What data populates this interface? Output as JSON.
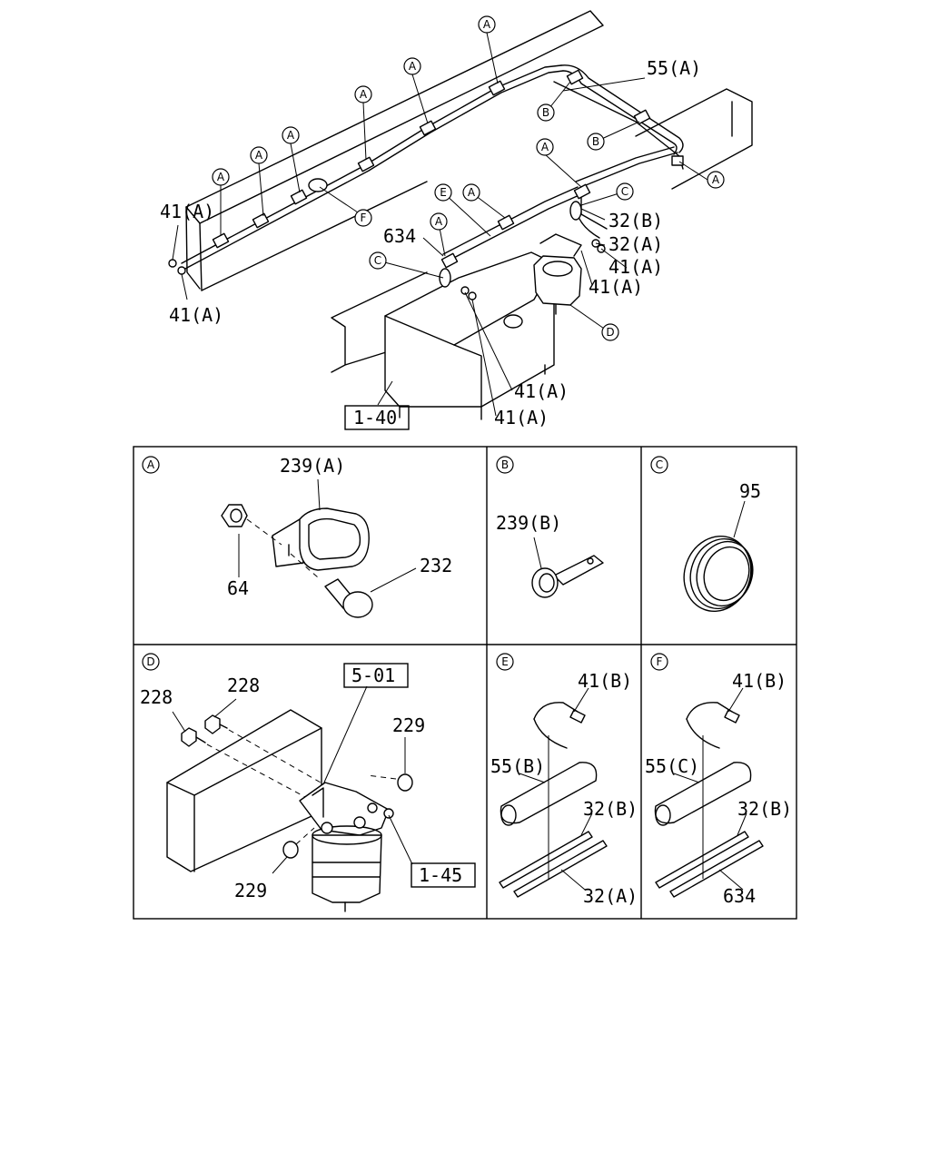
{
  "callouts": {
    "A": "A",
    "B": "B",
    "C": "C",
    "D": "D",
    "E": "E",
    "F": "F"
  },
  "main": {
    "labels": {
      "p55a": "55(A)",
      "p41a_left_top": "41(A)",
      "p41a_left_bottom": "41(A)",
      "p634": "634",
      "p32b": "32(B)",
      "p32a": "32(A)",
      "p41a_right_1": "41(A)",
      "p41a_right_2": "41(A)",
      "p41a_tank_1": "41(A)",
      "p41a_tank_2": "41(A)"
    },
    "ref_box": "1-40"
  },
  "panels": {
    "A": {
      "title": "A",
      "parts": {
        "p239a": "239(A)",
        "p64": "64",
        "p232": "232"
      }
    },
    "B": {
      "title": "B",
      "parts": {
        "p239b": "239(B)"
      }
    },
    "C": {
      "title": "C",
      "parts": {
        "p95": "95"
      }
    },
    "D": {
      "title": "D",
      "ref_top": "5-01",
      "ref_bottom": "1-45",
      "parts": {
        "p228_left": "228",
        "p228_right": "228",
        "p229_top": "229",
        "p229_bottom": "229"
      }
    },
    "E": {
      "title": "E",
      "parts": {
        "p41b": "41(B)",
        "p55b": "55(B)",
        "p32b": "32(B)",
        "p32a": "32(A)"
      }
    },
    "F": {
      "title": "F",
      "parts": {
        "p41b": "41(B)",
        "p55c": "55(C)",
        "p32b": "32(B)",
        "p634": "634"
      }
    }
  }
}
